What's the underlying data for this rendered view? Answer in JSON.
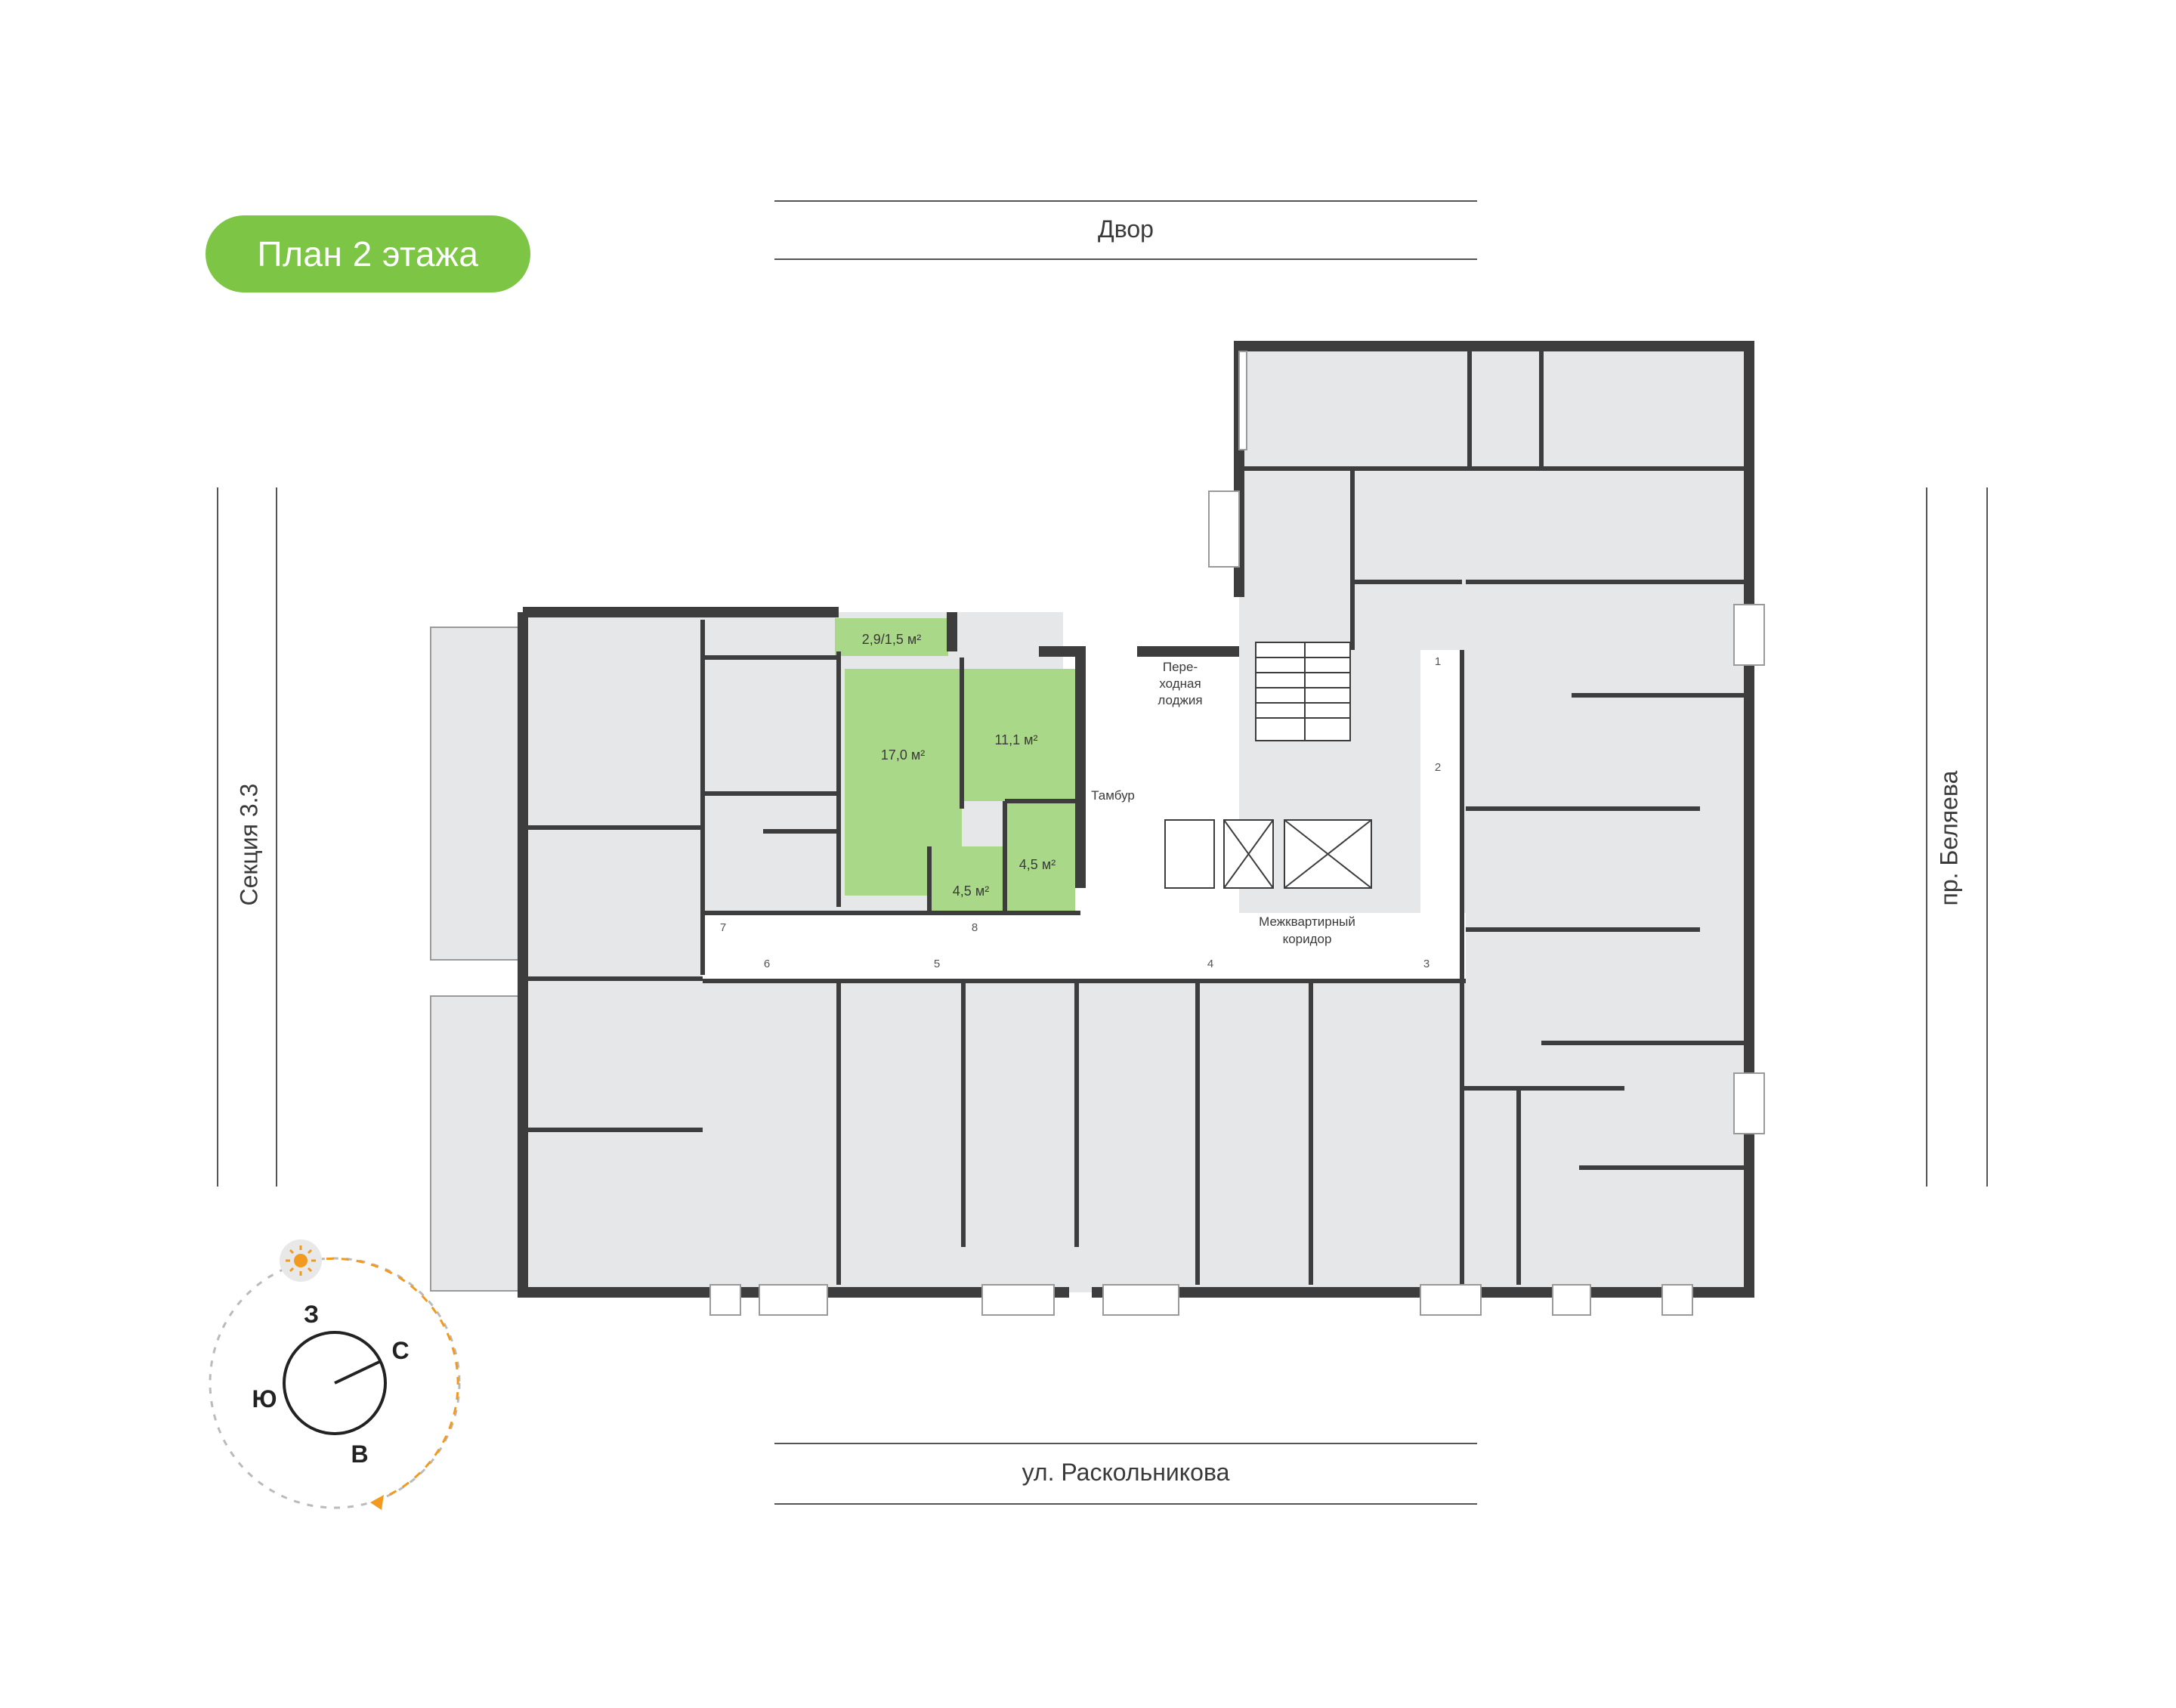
{
  "floor_badge": "План 2 этажа",
  "streets": {
    "top": "Двор",
    "bottom": "ул. Раскольникова",
    "left": "Секция 3.3",
    "right": "пр. Беляева"
  },
  "rooms": {
    "balcony": "2,9/1,5 м²",
    "living": "17,0 м²",
    "kitchen": "11,1 м²",
    "bath": "4,5 м²",
    "hall": "4,5 м²"
  },
  "common": {
    "loggia_line1": "Пере-",
    "loggia_line2": "ходная",
    "loggia_line3": "лоджия",
    "tambur": "Тамбур",
    "corridor_line1": "Межквартирный",
    "corridor_line2": "коридор"
  },
  "doors": [
    "1",
    "2",
    "3",
    "4",
    "5",
    "6",
    "7",
    "8"
  ],
  "compass": {
    "north": "С",
    "south": "Ю",
    "east": "В",
    "west": "З",
    "sun_icon": "sun-icon"
  },
  "colors": {
    "highlight": "#a9d888",
    "badge": "#7dc544",
    "room": "#e6e7e8",
    "wall": "#3d3d3d",
    "sun_path": "#f29a1f"
  }
}
